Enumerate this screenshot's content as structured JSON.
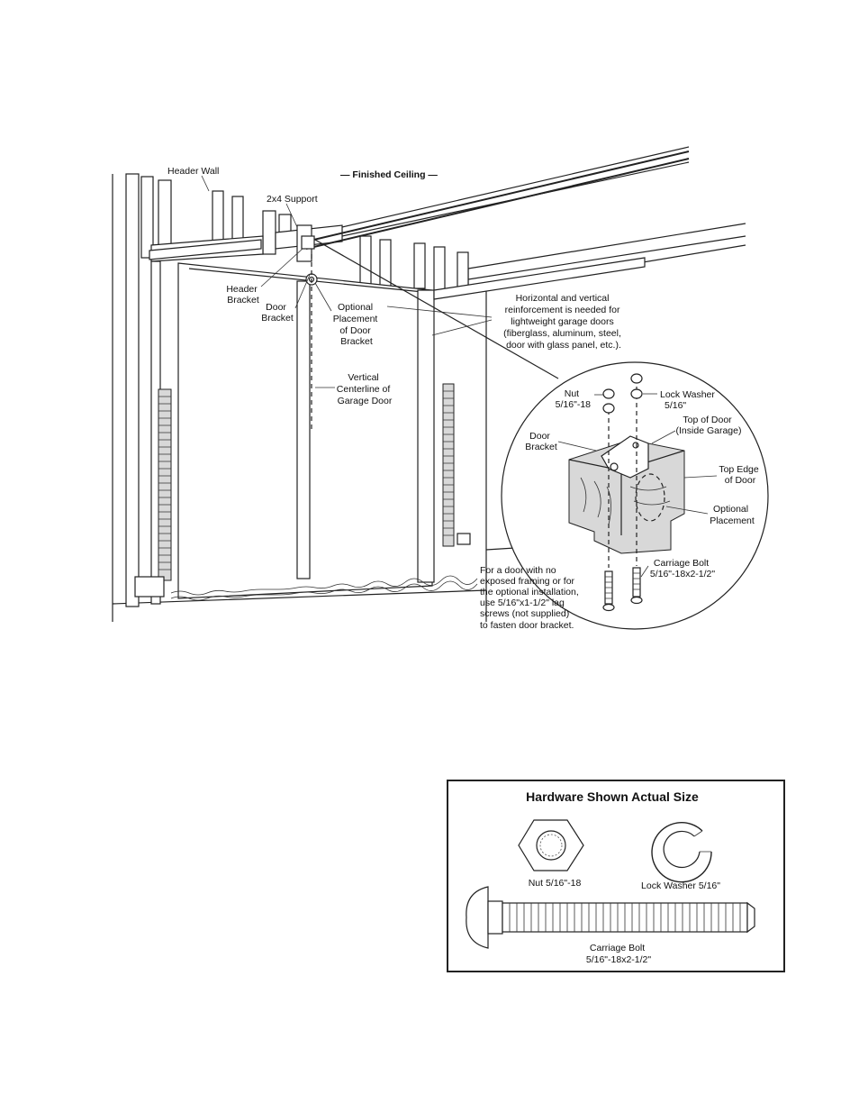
{
  "labels": {
    "header_wall": "Header Wall",
    "finished_ceiling": "— Finished Ceiling —",
    "support_2x4": "2x4 Support",
    "header_bracket": [
      "Header",
      "Bracket"
    ],
    "door_bracket": [
      "Door",
      "Bracket"
    ],
    "optional_placement_of_bracket": [
      "Optional",
      "Placement",
      "of Door",
      "Bracket"
    ],
    "reinforcement_note": [
      "Horizontal and vertical",
      "reinforcement is needed for",
      "lightweight garage doors",
      "(fiberglass, aluminum, steel,",
      "door with glass panel, etc.)."
    ],
    "vertical_centerline": [
      "Vertical",
      "Centerline of",
      "Garage Door"
    ]
  },
  "detail": {
    "nut": [
      "Nut",
      "5/16\"-18"
    ],
    "lock_washer": [
      "Lock Washer",
      "5/16\""
    ],
    "door_bracket": [
      "Door",
      "Bracket"
    ],
    "top_of_door": [
      "Top of Door",
      "(Inside Garage)"
    ],
    "top_edge": [
      "Top Edge",
      "of Door"
    ],
    "optional_placement": [
      "Optional",
      "Placement"
    ],
    "carriage_bolt": [
      "Carriage Bolt",
      "5/16\"-18x2-1/2\""
    ],
    "lag_note": [
      "For a door with no",
      "exposed framing or for",
      "the optional installation,",
      "use 5/16\"x1-1/2\" lag",
      "screws (not supplied)",
      "to fasten door bracket."
    ]
  },
  "hardware": {
    "title": "Hardware Shown Actual Size",
    "nut_label": "Nut 5/16\"-18",
    "washer_label": "Lock Washer 5/16\"",
    "bolt_label": [
      "Carriage Bolt",
      "5/16\"-18x2-1/2\""
    ]
  }
}
